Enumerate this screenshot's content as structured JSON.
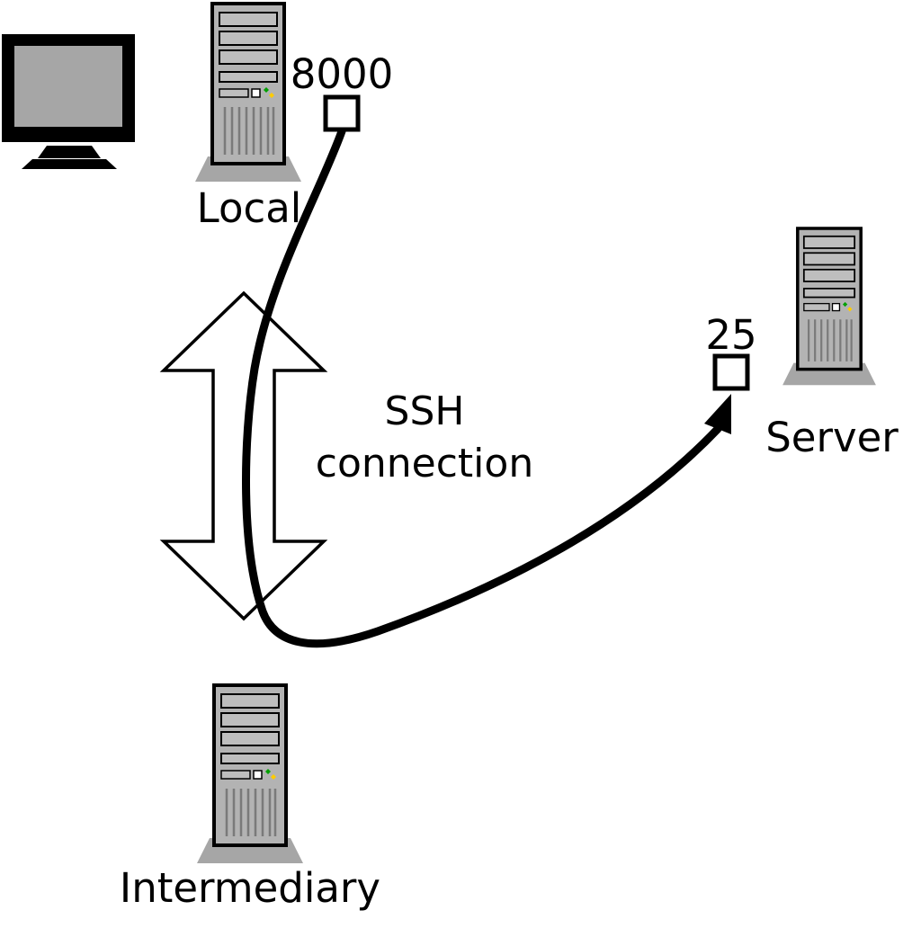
{
  "diagram": {
    "nodes": {
      "local": {
        "label": "Local",
        "port": "8000"
      },
      "intermediary": {
        "label": "Intermediary"
      },
      "server": {
        "label": "Server",
        "port": "25"
      }
    },
    "ssh_arrow": {
      "line1": "SSH",
      "line2": "connection"
    },
    "colors": {
      "tower_fill": "#b3b3b3",
      "tower_bay": "#bebebe",
      "tower_base": "#a6a6a6",
      "screen_fill": "#a6a6a6",
      "outline": "#000000",
      "port_fill": "#ffffff",
      "led_green": "#00a000",
      "led_yellow": "#ffcc00"
    }
  }
}
